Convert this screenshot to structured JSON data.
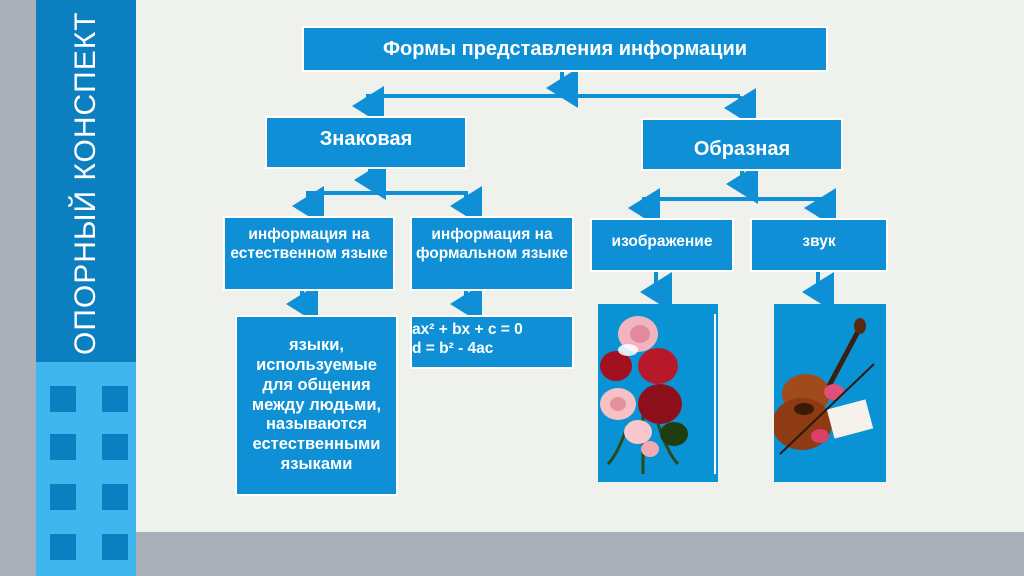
{
  "sidebar": {
    "title": "ОПОРНЫЙ КОНСПЕКТ"
  },
  "diagram": {
    "root": "Формы представления информации",
    "signed": {
      "label": "Знаковая",
      "natural": {
        "label": "информация на естественном языке",
        "description": "языки, используемые для общения между людьми, называются естественными языками"
      },
      "formal": {
        "label": "информация на формальном языке",
        "formula_1": "ax² + bx + c = 0",
        "formula_2": "d = b² - 4ac"
      }
    },
    "figurative": {
      "label": "Образная",
      "image": {
        "label": "изображение",
        "picture": "flowers-bouquet"
      },
      "sound": {
        "label": "звук",
        "picture": "violin"
      }
    }
  },
  "colors": {
    "box": "#0e8fd6",
    "sidebar_dark": "#0c7fc0",
    "sidebar_light": "#3fb7ee",
    "gray": "#a9b0b8",
    "background": "#eef1ec"
  }
}
